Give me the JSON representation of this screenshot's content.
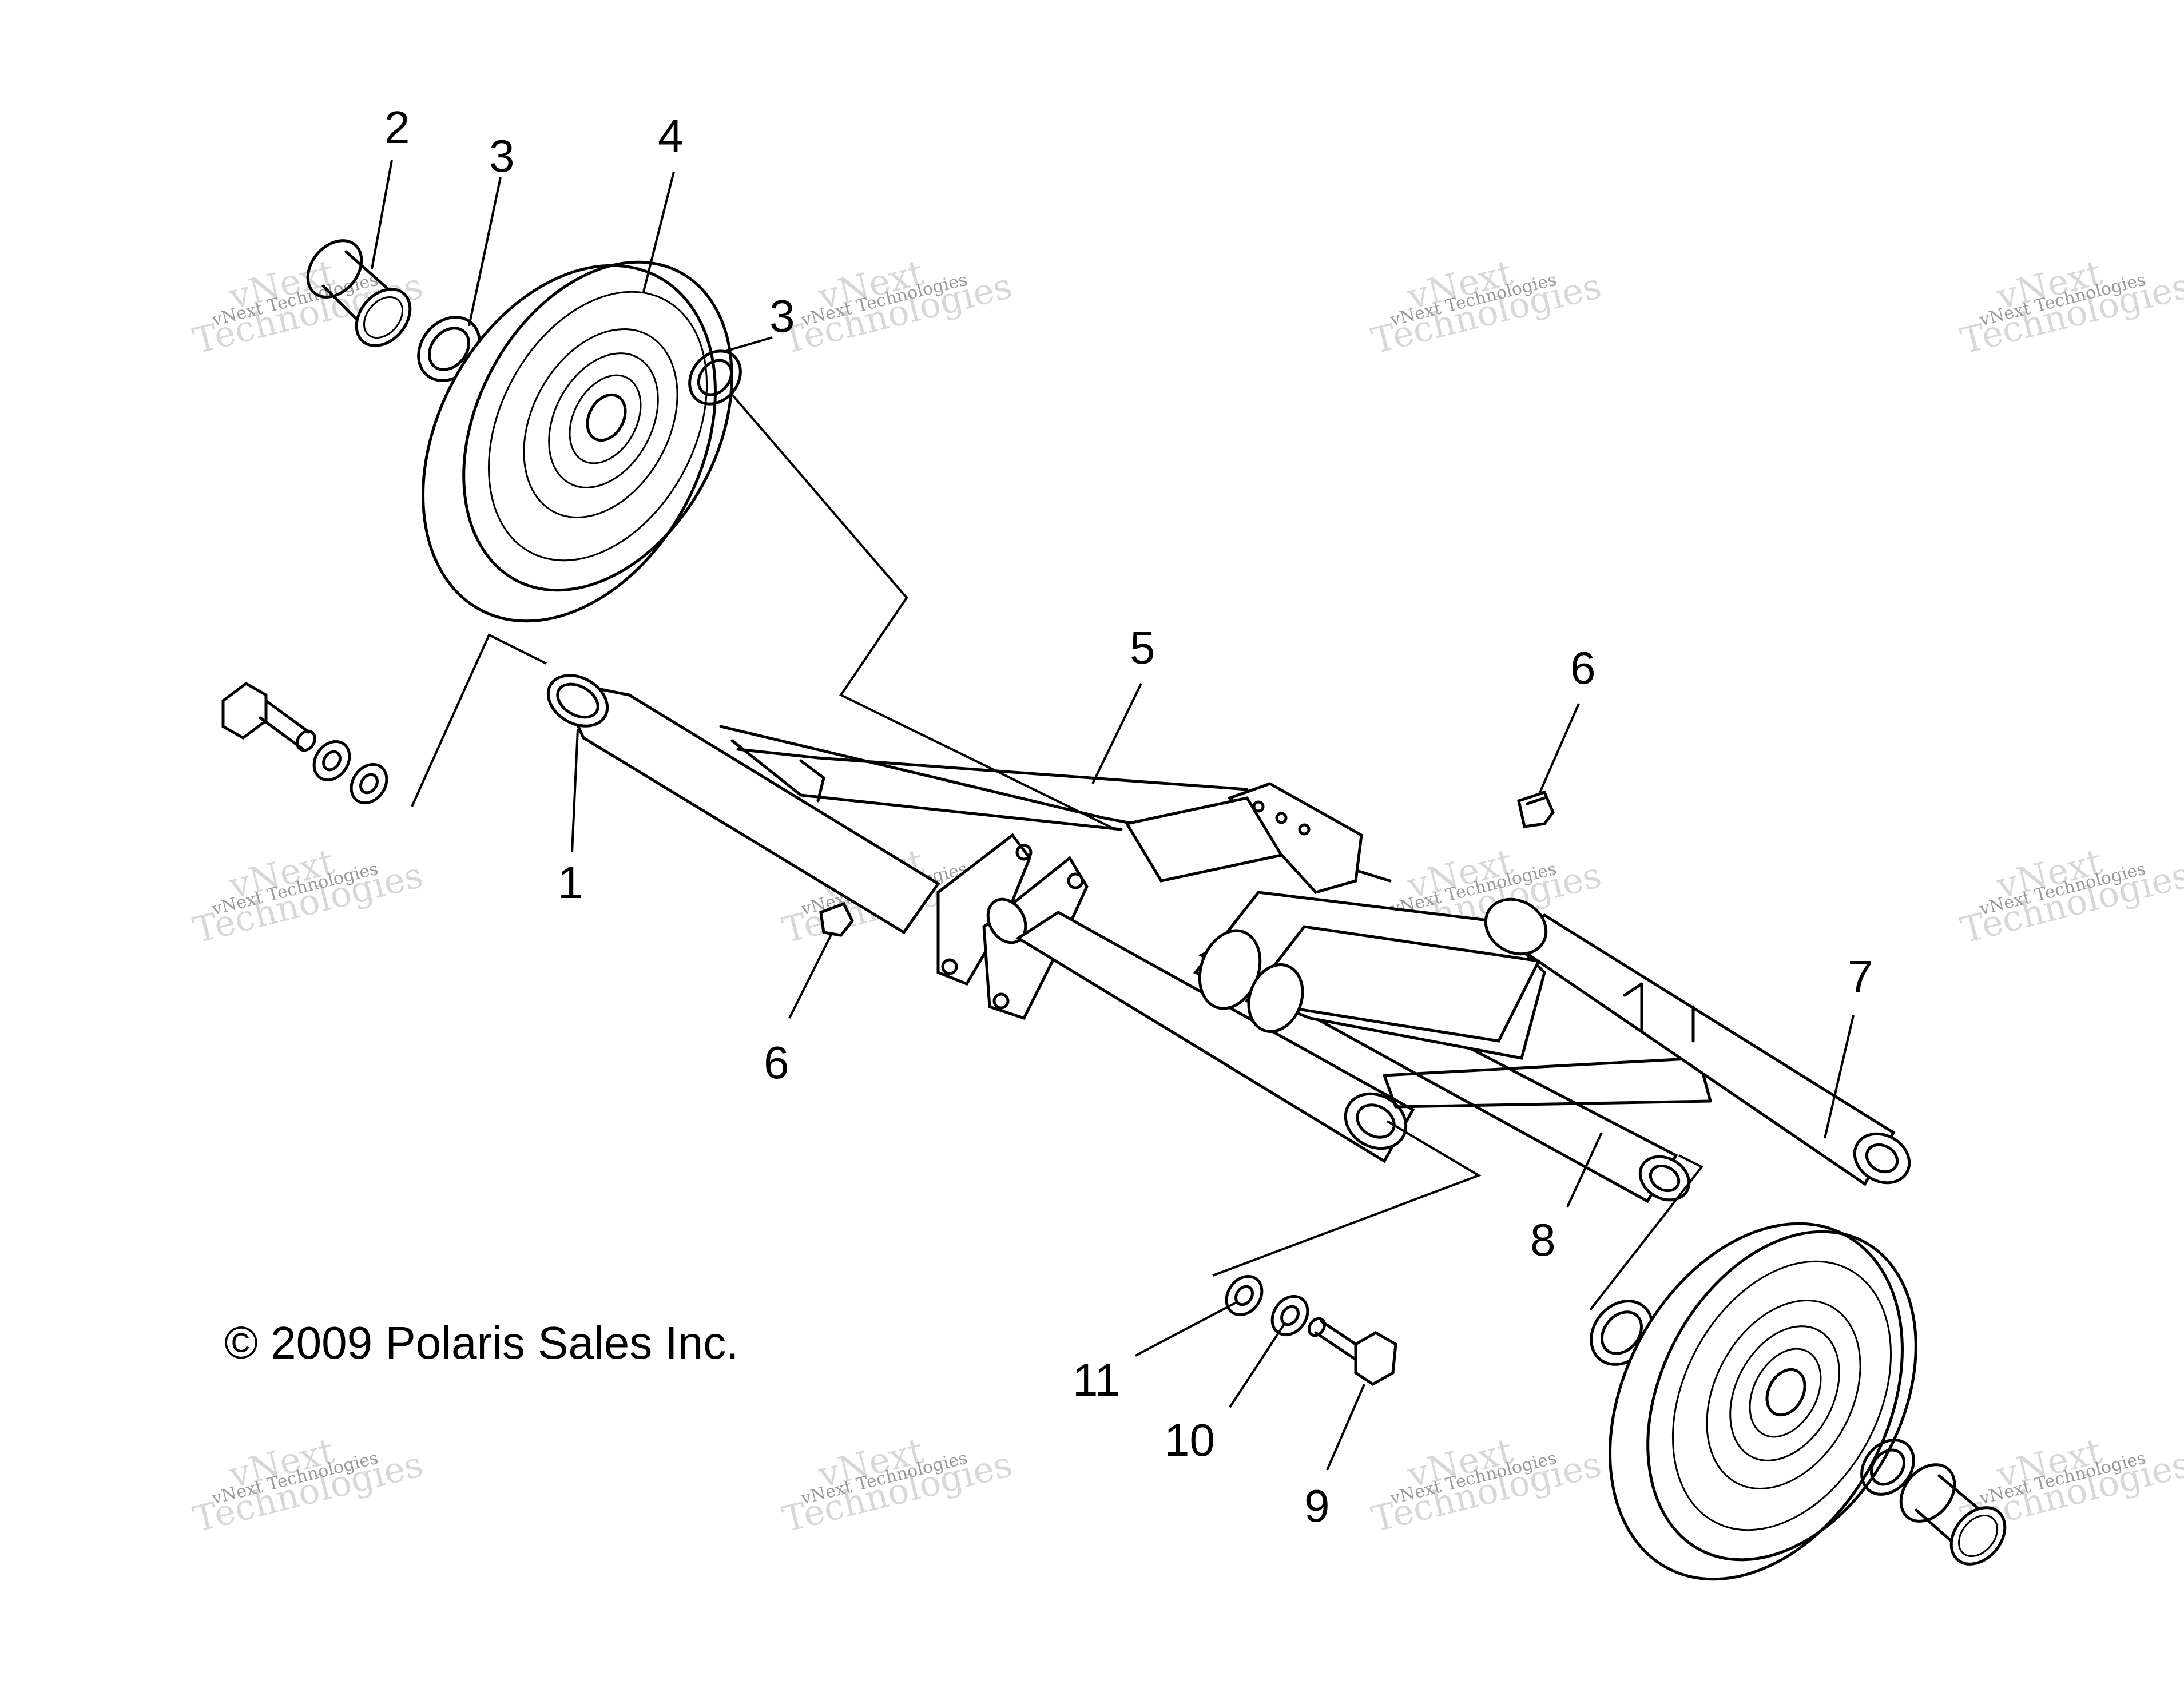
{
  "copyright": "© 2009 Polaris Sales Inc.",
  "watermark": {
    "line1": "vNext",
    "line2": "Technologies",
    "small": "vNext Technologies"
  },
  "callouts": {
    "c1": "1",
    "c2": "2",
    "c3a": "3",
    "c3b": "3",
    "c4": "4",
    "c5": "5",
    "c6a": "6",
    "c6b": "6",
    "c7": "7",
    "c8": "8",
    "c9": "9",
    "c10": "10",
    "c11": "11"
  },
  "colors": {
    "line": "#000000",
    "background": "#ffffff",
    "watermark": "#d8d8d8"
  }
}
